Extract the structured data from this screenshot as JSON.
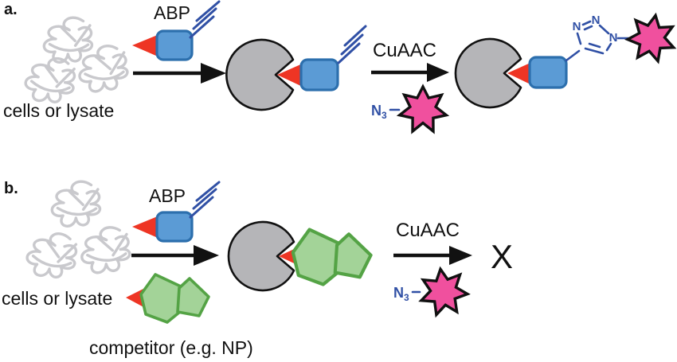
{
  "panel_a": {
    "label": "a.",
    "source_label": "cells or lysate",
    "probe_label": "ABP",
    "reaction_label": "CuAAC",
    "azide_symbol": "N",
    "azide_subscript": "3",
    "triazole_atoms": {
      "n_left": "N",
      "n_top": "N",
      "n_right": "N"
    }
  },
  "panel_b": {
    "label": "b.",
    "source_label": "cells or lysate",
    "probe_label": "ABP",
    "competitor_label": "competitor (e.g. NP)",
    "reaction_label": "CuAAC",
    "azide_symbol": "N",
    "azide_subscript": "3",
    "no_reaction_label": "X"
  },
  "colors": {
    "red": "#ee3524",
    "blue-fill": "#5b9bd5",
    "blue-stroke": "#2c6fad",
    "chem-blue": "#3050a5",
    "pink": "#f0509e",
    "green-fill": "#a3d398",
    "green-stroke": "#54a345",
    "gray-fill": "#b5b5b8",
    "squiggle": "#c9c9cd",
    "ink": "#111111"
  }
}
